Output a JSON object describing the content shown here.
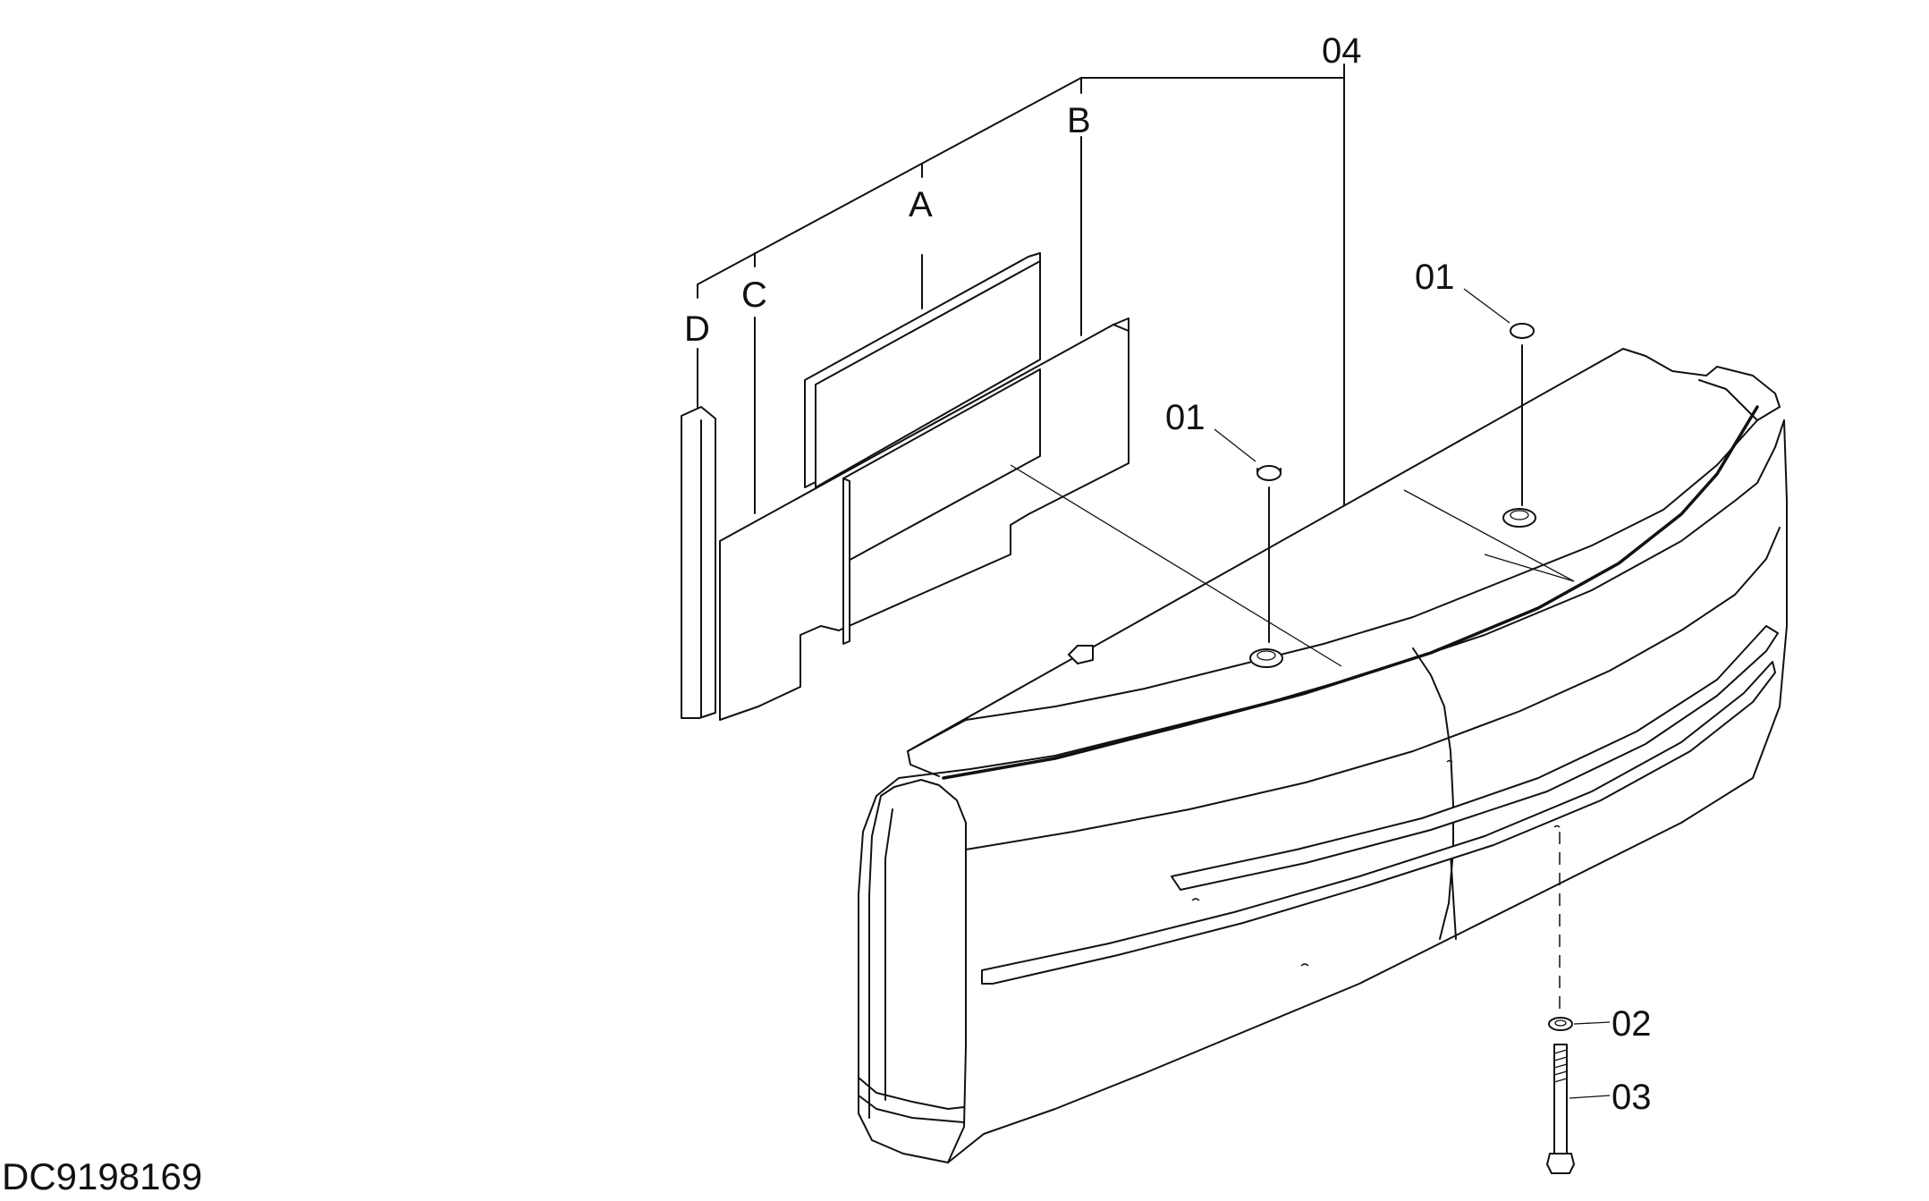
{
  "drawing_id": "DC9198169",
  "labels": {
    "p04": "04",
    "pA": "A",
    "pB": "B",
    "pC": "C",
    "pD": "D",
    "p01a": "01",
    "p01b": "01",
    "p02": "02",
    "p03": "03"
  },
  "colors": {
    "line": "#111111",
    "background": "#ffffff"
  }
}
